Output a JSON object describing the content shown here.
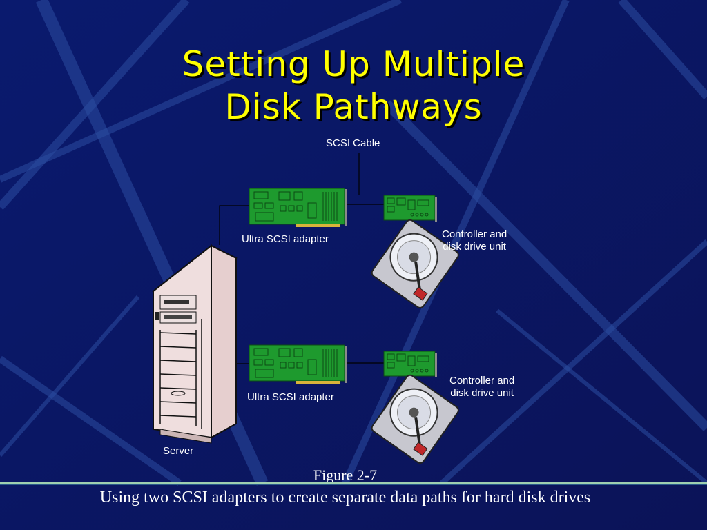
{
  "slide": {
    "title_line1": "Setting Up Multiple",
    "title_line2": "Disk Pathways"
  },
  "labels": {
    "scsi_cable": "SCSI Cable",
    "adapter_top": "Ultra SCSI adapter",
    "adapter_bottom": "Ultra SCSI adapter",
    "controller_top_line1": "Controller and",
    "controller_top_line2": "disk drive unit",
    "controller_bottom_line1": "Controller and",
    "controller_bottom_line2": "disk drive unit",
    "server": "Server"
  },
  "figure": {
    "number": "Figure 2-7",
    "caption": "Using two SCSI adapters to create separate data paths for hard disk drives"
  },
  "colors": {
    "background": "#0b1566",
    "title": "#ffff00",
    "board": "#1e9a2e",
    "text": "#ffffff"
  }
}
